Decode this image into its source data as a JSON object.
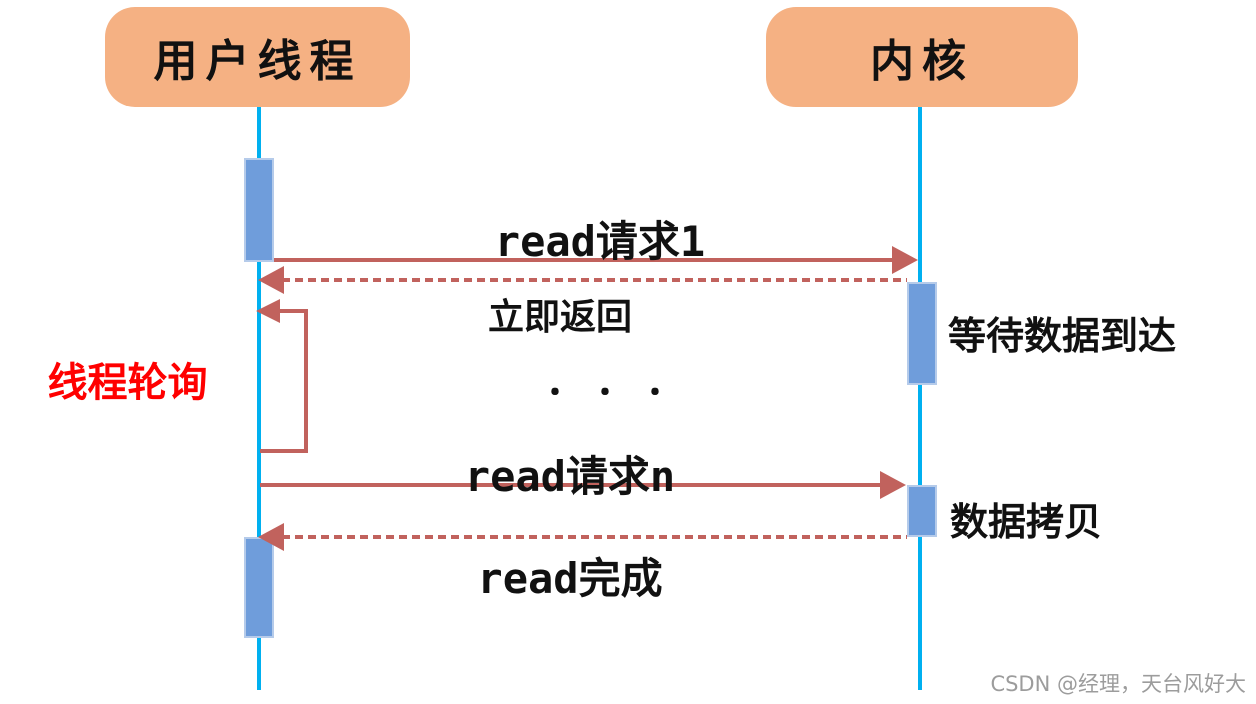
{
  "diagram": {
    "type": "sequence-diagram",
    "actors": {
      "user_thread": "用户线程",
      "kernel": "内核"
    },
    "messages": {
      "read_request_1": "read请求1",
      "immediate_return": "立即返回",
      "thread_polling": "线程轮询",
      "ellipsis": "・・・",
      "read_request_n": "read请求n",
      "read_complete": "read完成"
    },
    "kernel_activities": {
      "wait_data": "等待数据到达",
      "data_copy": "数据拷贝"
    },
    "watermark": "CSDN @经理，天台风好大",
    "colors": {
      "actor_fill": "#F5B183",
      "activation_fill": "#6F9DDB",
      "lifeline": "#00B0F0",
      "arrow": "#C1625D",
      "highlight_text": "#FF0000",
      "watermark_text": "#9C9C9C"
    }
  }
}
